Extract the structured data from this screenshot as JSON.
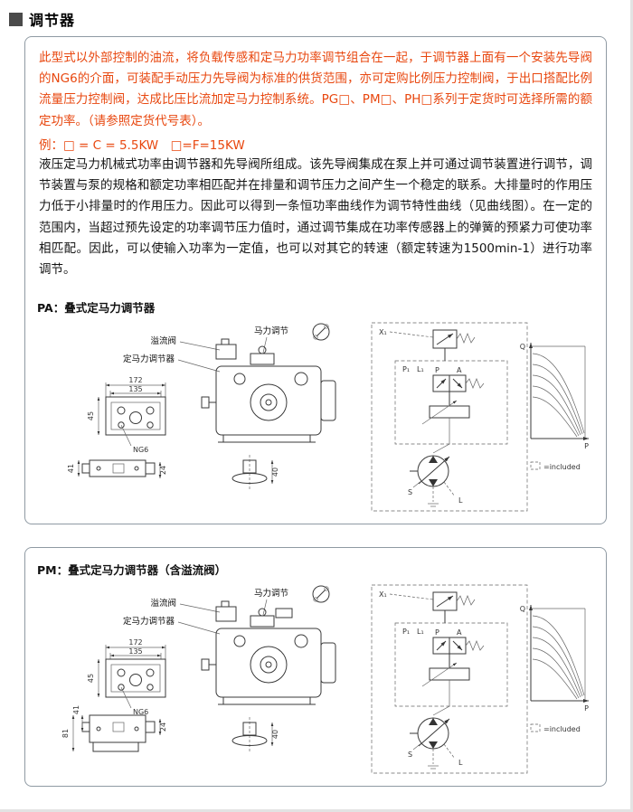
{
  "page": {
    "title": "调节器"
  },
  "intro": {
    "paragraph_red": "此型式以外部控制的油流，将负载传感和定马力功率调节组合在一起，于调节器上面有一个安装先导阀的NG6的介面，可装配手动压力先导阀为标准的供货范围，亦可定购比例压力控制阀，于出口搭配比例流量压力控制阀，达成比压比流加定马力控制系统。PG□、PM□、PH□系列于定货时可选择所需的额定功率。（请参照定货代号表）。",
    "example": "例：□ = C = 5.5KW　□=F=15KW",
    "paragraph_black": "液压定马力机械式功率由调节器和先导阀所组成。该先导阀集成在泵上并可通过调节装置进行调节，调节装置与泵的规格和额定功率相匹配并在排量和调节压力之间产生一个稳定的联系。大排量时的作用压力低于小排量时的作用压力。因此可以得到一条恒功率曲线作为调节特性曲线（见曲线图）。在一定的范围内，当超过预先设定的功率调节压力值时，通过调节集成在功率传感器上的弹簧的预紧力可使功率相匹配。因此，可以使输入功率为一定值，也可以对其它的转速（额定转速为1500min-1）进行功率调节。"
  },
  "sections": [
    {
      "code": "PA",
      "heading": "PA：叠式定马力调节器",
      "callouts": {
        "relief": "溢流阀",
        "power": "马力调节",
        "regulator": "定马力调节器"
      },
      "dims": {
        "d172": "172",
        "d135": "135",
        "d45": "45",
        "ng6": "NG6",
        "d41": "41",
        "d24": "24",
        "d40": "40"
      },
      "circuit": {
        "x1": "X₁",
        "p1": "P₁",
        "l1": "L₁",
        "p": "P",
        "a": "A",
        "s": "S",
        "l": "L"
      },
      "curve": {
        "y": "Q",
        "x": "P"
      },
      "note": "=included"
    },
    {
      "code": "PM",
      "heading": "PM：叠式定马力调节器（含溢流阀）",
      "callouts": {
        "relief": "溢流阀",
        "power": "马力调节",
        "regulator": "定马力调节器"
      },
      "dims": {
        "d172": "172",
        "d135": "135",
        "d45": "45",
        "ng6": "NG6",
        "d81": "81",
        "d41": "41",
        "d24": "24",
        "d40": "40"
      },
      "circuit": {
        "x1": "X₁",
        "p1": "P₁",
        "l1": "L₁",
        "p": "P",
        "a": "A",
        "s": "S",
        "l": "L"
      },
      "curve": {
        "y": "Q",
        "x": "P"
      },
      "note": "=included"
    }
  ]
}
